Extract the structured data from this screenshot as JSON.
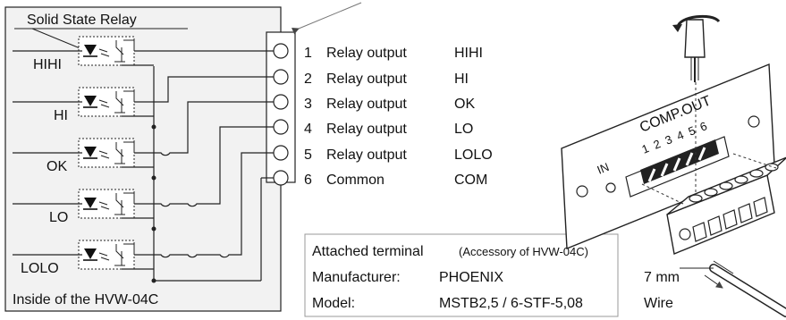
{
  "ssr_title": "Solid State Relay",
  "inside_label": "Inside of the HVW-04C",
  "relay_labels": [
    "HIHI",
    "HI",
    "OK",
    "LO",
    "LOLO"
  ],
  "terminals": [
    {
      "num": "1",
      "desc": "Relay output",
      "signal": "HIHI"
    },
    {
      "num": "2",
      "desc": "Relay output",
      "signal": "HI"
    },
    {
      "num": "3",
      "desc": "Relay output",
      "signal": "OK"
    },
    {
      "num": "4",
      "desc": "Relay output",
      "signal": "LO"
    },
    {
      "num": "5",
      "desc": "Relay output",
      "signal": "LOLO"
    },
    {
      "num": "6",
      "desc": "Common",
      "signal": "COM"
    }
  ],
  "panel": {
    "comp_out": "COMP.OUT",
    "pin_numbers": [
      "1",
      "2",
      "3",
      "4",
      "5",
      "6"
    ],
    "in_label": "IN"
  },
  "terminal_info": {
    "title": "Attached terminal",
    "accessory": "(Accessory of HVW-04C)",
    "manufacturer_label": "Manufacturer:",
    "manufacturer_value": "PHOENIX",
    "model_label": "Model:",
    "model_value": "MSTB2,5 / 6-STF-5,08"
  },
  "wire_info": {
    "length": "7 mm",
    "label": "Wire"
  }
}
